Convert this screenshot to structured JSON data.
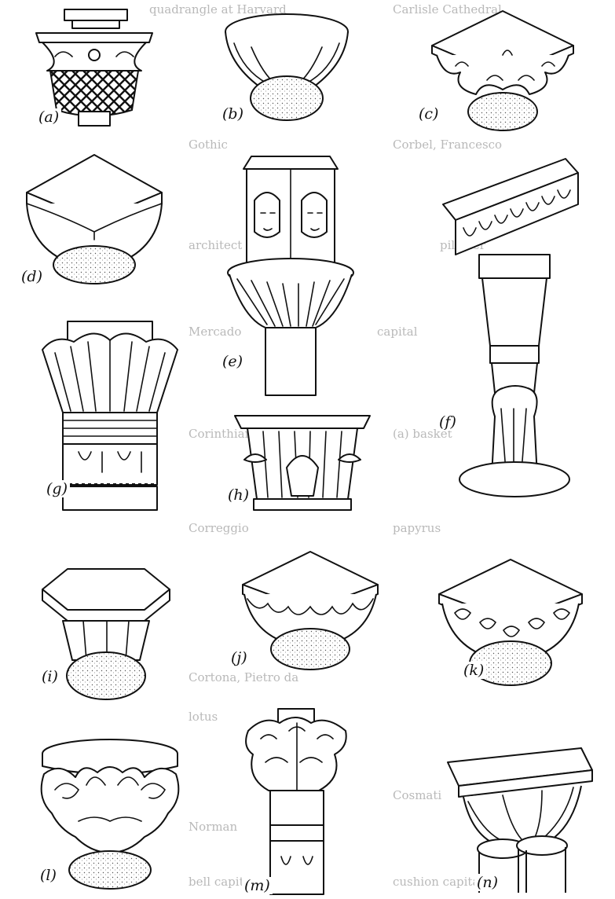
{
  "captions": {
    "a": "(a)",
    "b": "(b)",
    "c": "(c)",
    "d": "(d)",
    "e": "(e)",
    "f": "(f)",
    "g": "(g)",
    "h": "(h)",
    "i": "(i)",
    "j": "(j)",
    "k": "(k)",
    "l": "(l)",
    "m": "(m)",
    "n": "(n)"
  },
  "background_text": [
    "quadrangle at Harvard",
    "Carlisle Cathedral",
    "Corbel, Francesco",
    "Gothic",
    "architect",
    "pilaster",
    "Mercado",
    "capital",
    "Corinthian",
    "(a) basket",
    "Correggio",
    "papyrus",
    "Cortona, Pietro da",
    "lotus",
    "Cosmati",
    "Norman",
    "cushion capital",
    "bell capital"
  ]
}
